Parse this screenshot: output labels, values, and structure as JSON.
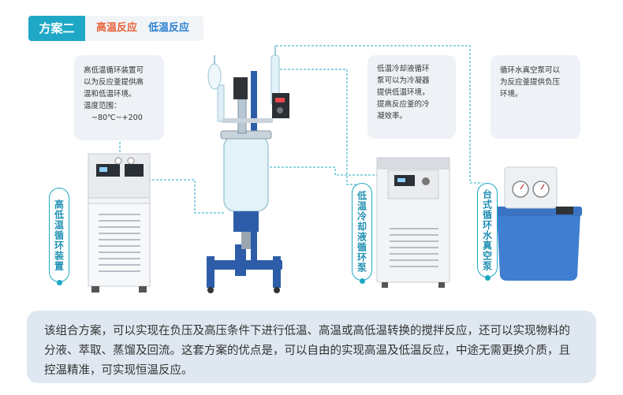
{
  "header": {
    "scheme_label": "方案二",
    "tab_high": "高温反应",
    "tab_low": "低温反应"
  },
  "callouts": {
    "chiller_heater": {
      "line1": "高低温循环装置可",
      "line2": "以为反应釜提供高",
      "line3": "温和低温环境。",
      "line4": "温度范围：",
      "line5": "~80℃~+200"
    },
    "cooling_pump": {
      "line1": "低温冷却液循环",
      "line2": "泵可以为冷凝器",
      "line3": "提供低温环境，",
      "line4": "提高反应釜的冷",
      "line5": "凝效率。"
    },
    "vacuum_pump": {
      "line1": "循环水真空泵可以",
      "line2": "为反应釜提供负压",
      "line3": "环境。"
    }
  },
  "labels": {
    "chiller_heater": "高低温循环装置",
    "cooling_pump": "低温冷却液循环泵",
    "vacuum_pump": "台式循环水真空泵"
  },
  "description": {
    "text": "该组合方案，可以实现在负压及高压条件下进行低温、高温或高低温转换的搅拌反应，还可以实现物料的分液、萃取、蒸馏及回流。这套方案的优点是，可以自由的实现高温及低温反应，中途无需更换介质，且控温精准，可实现恒温反应。"
  },
  "colors": {
    "accent": "#1fa8c6",
    "hot": "#e8623a",
    "cold": "#2a7fcf",
    "frame_blue": "#2d5da8"
  }
}
